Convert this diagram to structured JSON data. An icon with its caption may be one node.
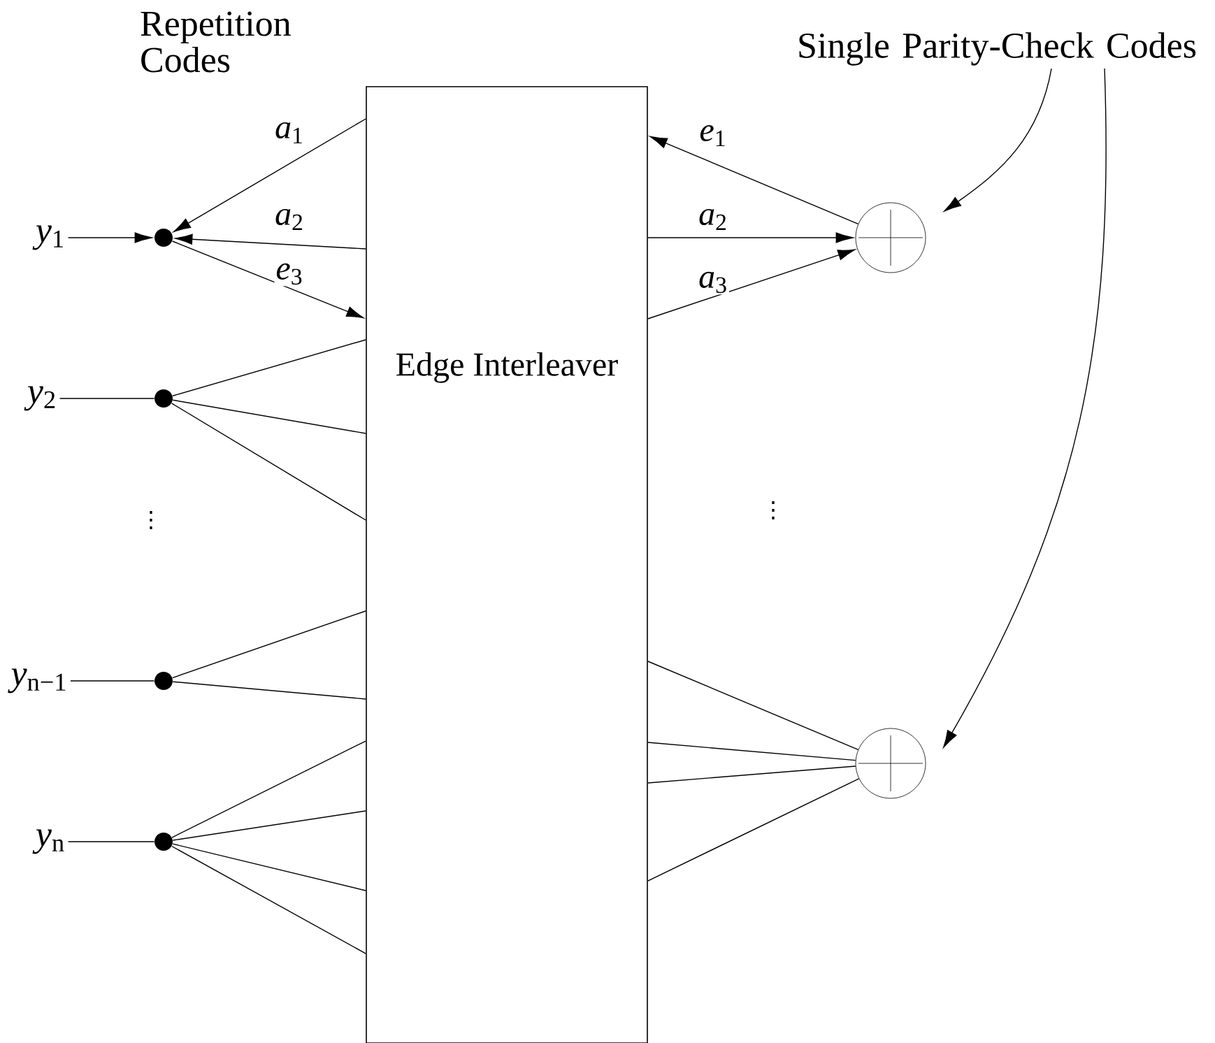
{
  "diagram": {
    "nodes": [
      {
        "text": [
          "Edge Interleaver"
        ]
      },
      {
        "text": [
          "*y*$_{1}$"
        ]
      },
      {
        "text": [],
        "shape": "dot"
      },
      {
        "text": [
          "*y*$_{2}$"
        ]
      },
      {
        "text": [],
        "shape": "dot"
      },
      {
        "text": [
          "*y*$_{n−1}$"
        ]
      },
      {
        "text": [],
        "shape": "dot"
      },
      {
        "text": [
          "*y*$_{n}$"
        ]
      },
      {
        "text": [],
        "shape": "dot"
      },
      {
        "text": [],
        "shape": "circle"
      },
      {
        "text": [],
        "shape": "circle"
      },
      {
        "text": [
          "Single Parity-Check Codes"
        ]
      }
    ],
    "edges": [
      {
        "from": 1,
        "to": 2,
        "arrow": "to"
      },
      {
        "from": 0,
        "to": 2,
        "arrow": "to",
        "label": "*a*$_{1}$"
      },
      {
        "from": 0,
        "to": 2,
        "arrow": "to",
        "label": "*a*$_{2}$"
      },
      {
        "from": 2,
        "to": 0,
        "arrow": "to",
        "label": "*e*$_{3}$"
      },
      {
        "from": 3,
        "to": 4,
        "arrow": "none"
      },
      {
        "from": 4,
        "to": 0,
        "arrow": "none"
      },
      {
        "from": 4,
        "to": 0,
        "arrow": "none"
      },
      {
        "from": 4,
        "to": 0,
        "arrow": "none"
      },
      {
        "from": 5,
        "to": 6,
        "arrow": "none"
      },
      {
        "from": 6,
        "to": 0,
        "arrow": "none"
      },
      {
        "from": 6,
        "to": 0,
        "arrow": "none"
      },
      {
        "from": 7,
        "to": 8,
        "arrow": "none"
      },
      {
        "from": 8,
        "to": 0,
        "arrow": "none"
      },
      {
        "from": 8,
        "to": 0,
        "arrow": "none"
      },
      {
        "from": 8,
        "to": 0,
        "arrow": "none"
      },
      {
        "from": 8,
        "to": 0,
        "arrow": "none"
      },
      {
        "from": 9,
        "to": 0,
        "arrow": "to",
        "label": "*e*$_{1}$"
      },
      {
        "from": 0,
        "to": 9,
        "arrow": "to",
        "label": "*a*$_{2}$"
      },
      {
        "from": 0,
        "to": 9,
        "arrow": "to",
        "label": "*a*$_{3}$"
      },
      {
        "from": 0,
        "to": 10,
        "arrow": "none"
      },
      {
        "from": 0,
        "to": 10,
        "arrow": "none"
      },
      {
        "from": 0,
        "to": 10,
        "arrow": "none"
      },
      {
        "from": 0,
        "to": 10,
        "arrow": "none"
      },
      {
        "from": 11,
        "to": 9,
        "arrow": "to"
      },
      {
        "from": 11,
        "to": 10,
        "arrow": "to"
      }
    ],
    "labels": [
      "Repetition Codes",
      "⋮",
      "⋮"
    ]
  }
}
